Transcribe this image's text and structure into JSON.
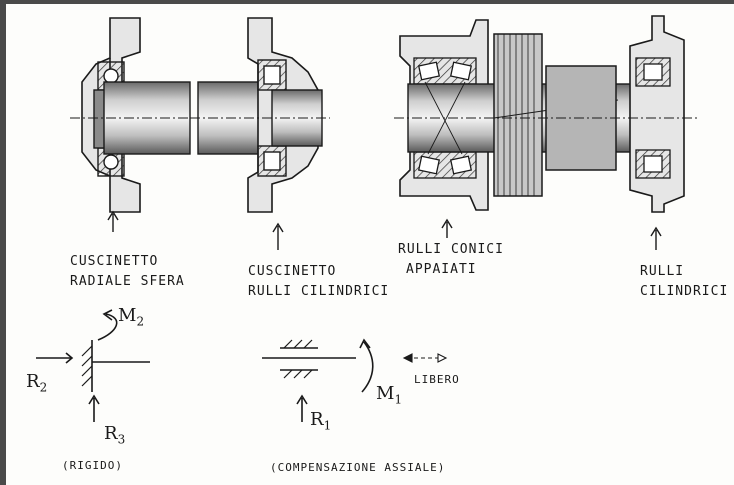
{
  "labels": {
    "radial_ball": [
      "CUSCINETTO",
      "RADIALE SFERA"
    ],
    "cyl_rollers_a": [
      "CUSCINETTO",
      "RULLI CILINDRICI"
    ],
    "taper_rollers": [
      "RULLI CONICI",
      "APPAIATI"
    ],
    "cyl_rollers_b": [
      "RULLI",
      "CILINDRICI"
    ]
  },
  "schemes": {
    "rigid": {
      "moment": "M",
      "moment_sub": "2",
      "force_h": "R",
      "force_h_sub": "2",
      "force_v": "R",
      "force_v_sub": "3",
      "caption": "(RIGIDO)"
    },
    "axial": {
      "moment": "M",
      "moment_sub": "1",
      "force_v": "R",
      "force_v_sub": "1",
      "free": "LIBERO",
      "caption": "(COMPENSAZIONE ASSIALE)"
    }
  },
  "colors": {
    "ink": "#1a1a1a",
    "paper": "#fdfdfb",
    "shade": "#bdbdbd",
    "dark": "#555555"
  }
}
